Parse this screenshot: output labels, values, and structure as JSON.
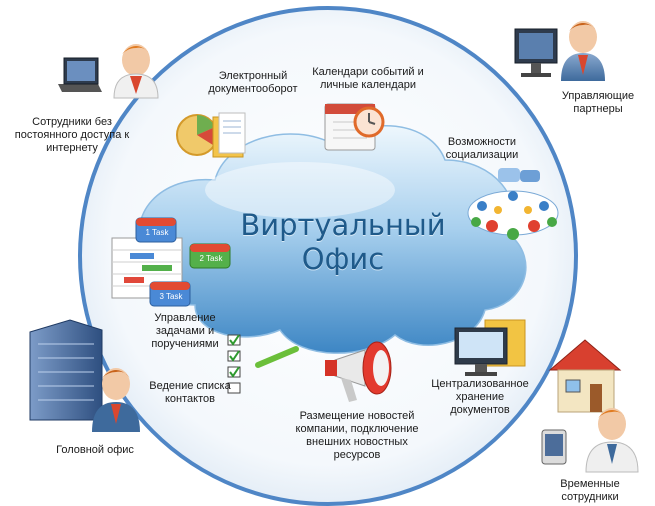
{
  "title": "Виртуальный\nОфис",
  "features": {
    "edocs": "Электронный\nдокументооборот",
    "calendars": "Календари событий и\nличные календари",
    "social": "Возможности\nсоциализации",
    "tasks": "Управление\nзадачами и\nпоручениями",
    "contacts": "Ведение списка\nконтактов",
    "news": "Размещение новостей\nкомпании, подключение\nвнешних новостных\nресурсов",
    "storage": "Централизованное\nхранение\nдокументов"
  },
  "users": {
    "remote": "Сотрудники без\nпостоянного доступа к\nинтернету",
    "partners": "Управляющие\nпартнеры",
    "head_office": "Головной офис",
    "temporary": "Временные\nсотрудники"
  },
  "task_icons": [
    "1 Task",
    "2 Task",
    "3 Task"
  ],
  "colors": {
    "ring": "#4f86c6",
    "cloud_top": "#e8f3fb",
    "cloud_bottom": "#5a9fd3",
    "title": "#1f5a8a"
  }
}
